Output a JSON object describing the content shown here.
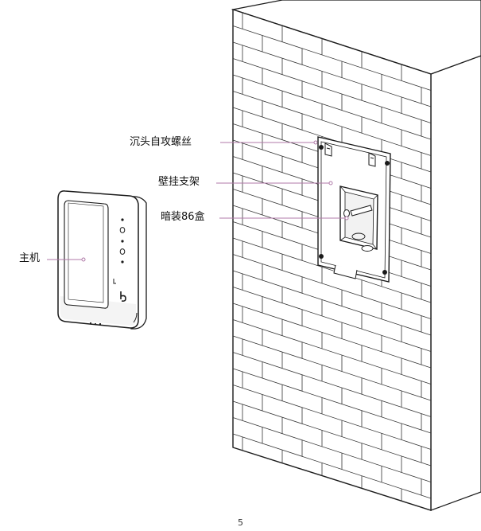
{
  "callouts": {
    "countersunk_screw": "沉头自攻螺丝",
    "wall_bracket": "壁挂支架",
    "junction_box": "暗装86盒",
    "main_unit": "主机"
  },
  "page_number": "5",
  "colors": {
    "leader_line": "#b07aa8",
    "outline": "#1a1a1a",
    "wall_shade": "#f3f3f3"
  }
}
